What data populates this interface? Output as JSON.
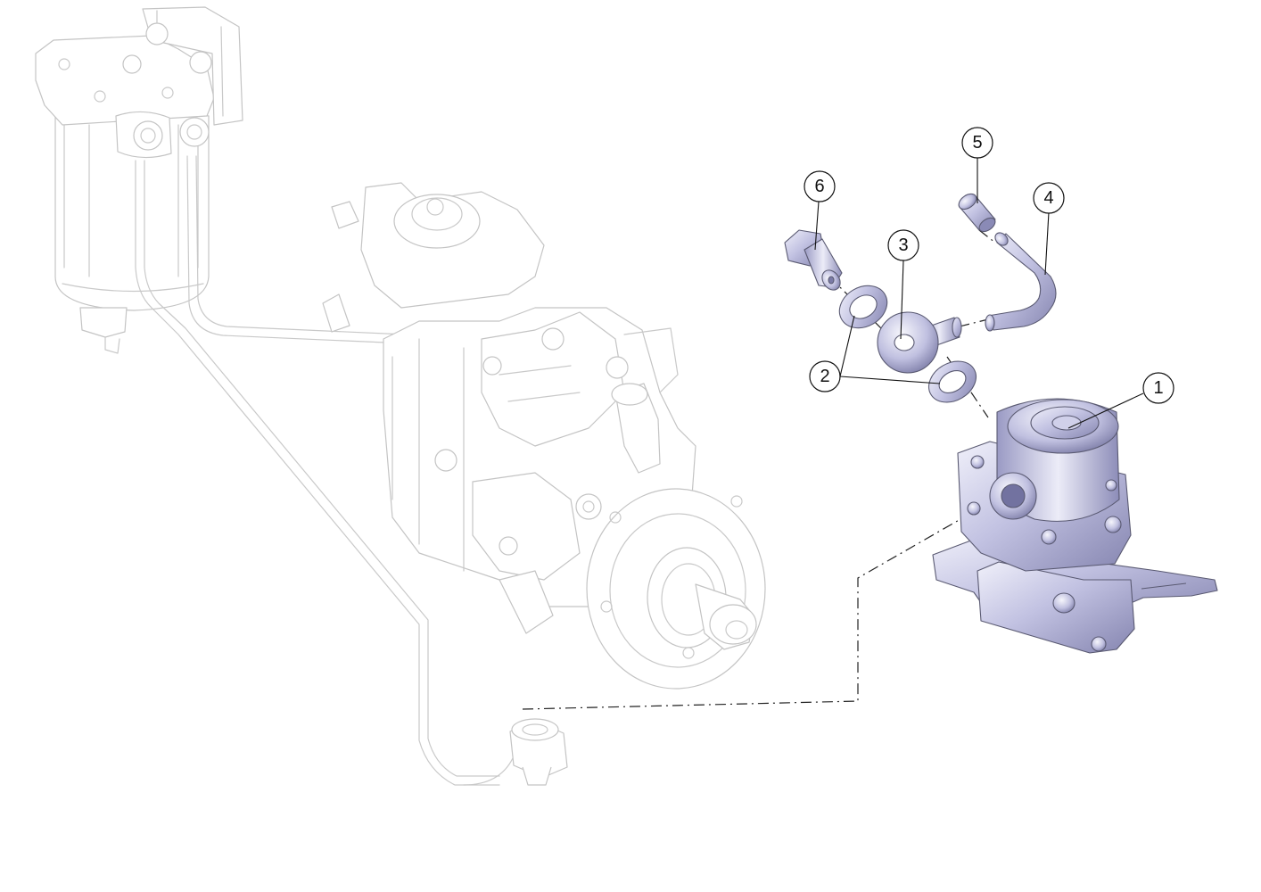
{
  "callouts": [
    {
      "id": "1",
      "label": "1"
    },
    {
      "id": "2",
      "label": "2"
    },
    {
      "id": "3",
      "label": "3"
    },
    {
      "id": "4",
      "label": "4"
    },
    {
      "id": "5",
      "label": "5"
    },
    {
      "id": "6",
      "label": "6"
    }
  ],
  "colors": {
    "part_fill_light": "#e4e4f4",
    "part_fill_mid": "#b4b4d8",
    "part_fill_dark": "#8a8ab6",
    "ghost_line": "#c9c9c9",
    "leader_line": "#111111"
  }
}
